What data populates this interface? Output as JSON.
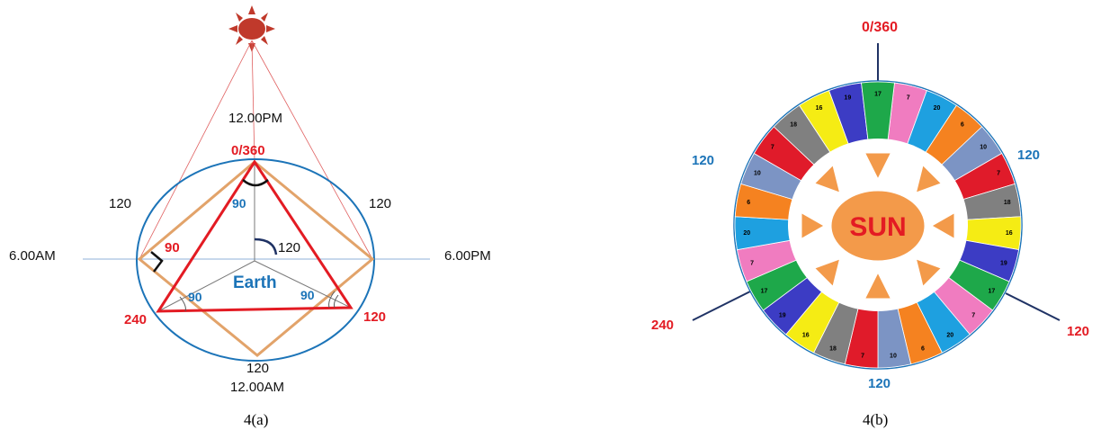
{
  "fig_a": {
    "caption": "4(a)",
    "noon": "12.00PM",
    "midnight": "12.00AM",
    "morning": "6.00AM",
    "evening": "6.00PM",
    "top_label": "0/360",
    "left_red": "240",
    "right_red": "120",
    "left_120": "120",
    "right_120": "120",
    "bottom_120": "120",
    "center_120": "120",
    "angle_top": "90",
    "angle_left_red": "90",
    "angle_bl": "90",
    "angle_br": "90",
    "earth": "Earth"
  },
  "fig_b": {
    "caption": "4(b)",
    "sun": "SUN",
    "top_label": "0/360",
    "upper_left": "120",
    "upper_right": "120",
    "lower_left": "240",
    "lower_right": "120",
    "bottom": "120",
    "segments": [
      {
        "n": "7",
        "c": "#f07cc0"
      },
      {
        "n": "20",
        "c": "#1ea0e0"
      },
      {
        "n": "6",
        "c": "#f58220"
      },
      {
        "n": "10",
        "c": "#7c94c4"
      },
      {
        "n": "7",
        "c": "#e01b2a"
      },
      {
        "n": "18",
        "c": "#808080"
      },
      {
        "n": "16",
        "c": "#f5ec14"
      },
      {
        "n": "19",
        "c": "#3c3cc4"
      },
      {
        "n": "17",
        "c": "#1ea84a"
      },
      {
        "n": "7",
        "c": "#f07cc0"
      },
      {
        "n": "20",
        "c": "#1ea0e0"
      },
      {
        "n": "6",
        "c": "#f58220"
      },
      {
        "n": "10",
        "c": "#7c94c4"
      },
      {
        "n": "7",
        "c": "#e01b2a"
      },
      {
        "n": "18",
        "c": "#808080"
      },
      {
        "n": "16",
        "c": "#f5ec14"
      },
      {
        "n": "19",
        "c": "#3c3cc4"
      },
      {
        "n": "17",
        "c": "#1ea84a"
      },
      {
        "n": "7",
        "c": "#f07cc0"
      },
      {
        "n": "20",
        "c": "#1ea0e0"
      },
      {
        "n": "6",
        "c": "#f58220"
      },
      {
        "n": "10",
        "c": "#7c94c4"
      },
      {
        "n": "7",
        "c": "#e01b2a"
      },
      {
        "n": "18",
        "c": "#808080"
      },
      {
        "n": "16",
        "c": "#f5ec14"
      },
      {
        "n": "19",
        "c": "#3c3cc4"
      },
      {
        "n": "17",
        "c": "#1ea84a"
      }
    ]
  },
  "colors": {
    "red": "#e31b23",
    "blue": "#1c74b8",
    "orange": "#e2a36a",
    "sun": "#f39a4a",
    "navy": "#1f3264"
  }
}
